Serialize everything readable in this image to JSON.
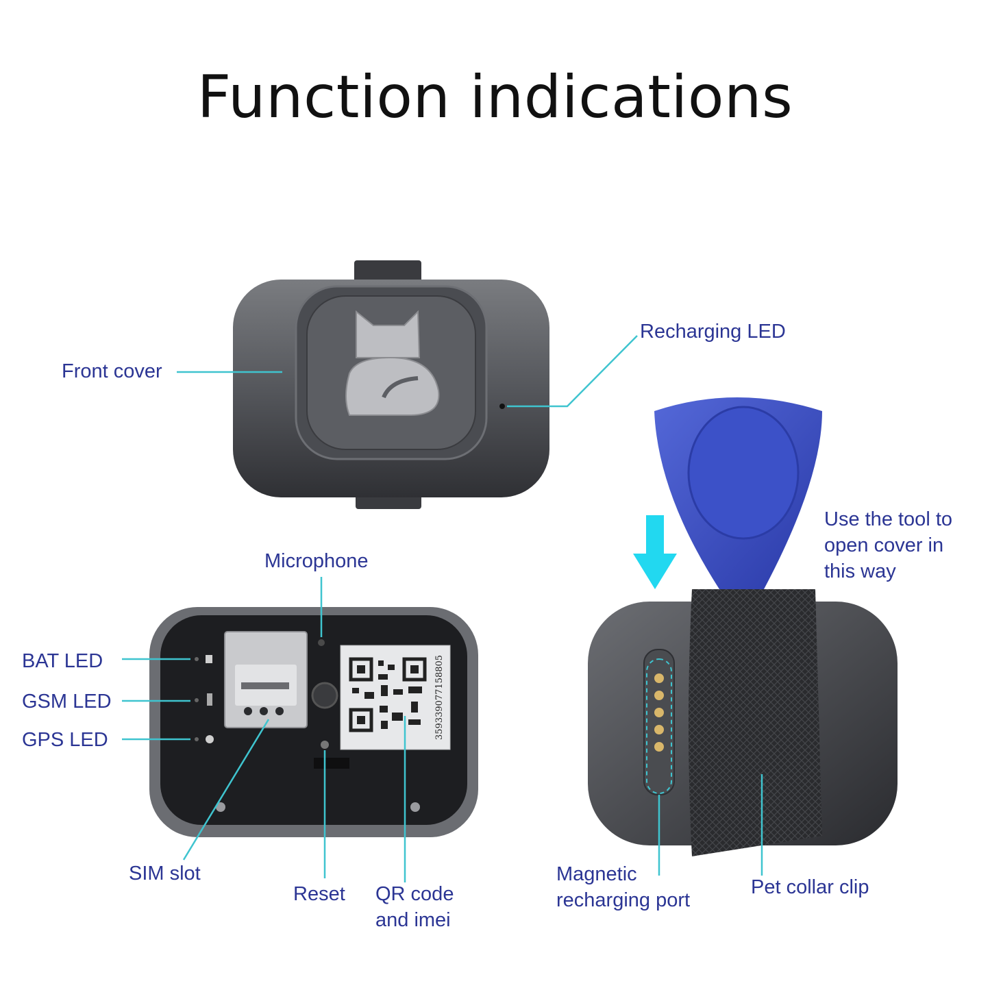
{
  "title": "Function indications",
  "colors": {
    "label": "#2b3594",
    "leader": "#3fc4cf",
    "tool": "#3e52c4",
    "arrow": "#22d8f0",
    "device": "#5a5c61"
  },
  "labels": {
    "front_cover": "Front cover",
    "recharging_led": "Recharging LED",
    "microphone": "Microphone",
    "bat_led": "BAT LED",
    "gsm_led": "GSM LED",
    "gps_led": "GPS LED",
    "sim_slot": "SIM slot",
    "reset": "Reset",
    "qr_code_1": "QR code",
    "qr_code_2": "and imei",
    "tool_1": "Use the tool to",
    "tool_2": "open cover in",
    "tool_3": "this way",
    "magnetic_1": "Magnetic",
    "magnetic_2": "recharging port",
    "pet_collar_clip": "Pet collar clip"
  },
  "device": {
    "imei_text": "359339077158805"
  }
}
